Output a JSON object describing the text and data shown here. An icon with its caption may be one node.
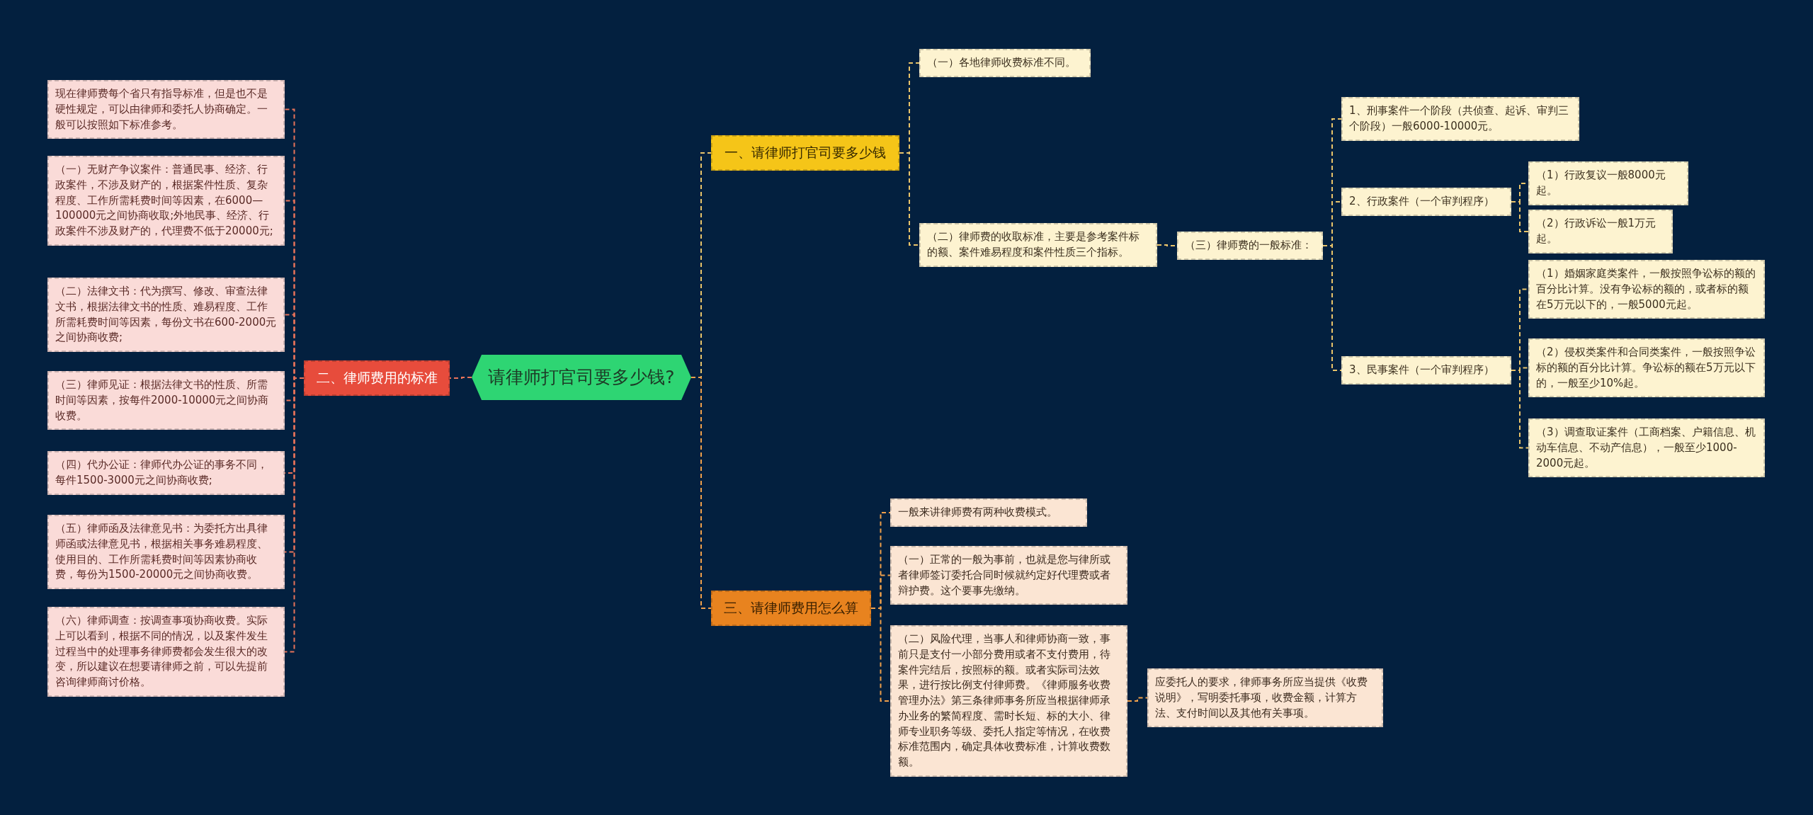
{
  "diagram": {
    "nodes": [
      {
        "text": [
          "请律师打官司要多少钱?"
        ]
      },
      {
        "text": [
          "一、请律师打官司要多少钱"
        ]
      },
      {
        "text": [
          "（一）各地律师收费标准不同。"
        ]
      },
      {
        "text": [
          "（二）律师费的收取标准，主要是参考案件标的额、案件难易程度和案件性质三个指标。"
        ]
      },
      {
        "text": [
          "（三）律师费的一般标准："
        ]
      },
      {
        "text": [
          "1、刑事案件一个阶段（共侦查、起诉、审判三个阶段）一般6000-10000元。"
        ]
      },
      {
        "text": [
          "2、行政案件（一个审判程序）"
        ]
      },
      {
        "text": [
          "（1）行政复议一般8000元起。"
        ]
      },
      {
        "text": [
          "（2）行政诉讼一般1万元起。"
        ]
      },
      {
        "text": [
          "3、民事案件（一个审判程序）"
        ]
      },
      {
        "text": [
          "（1）婚姻家庭类案件，一般按照争讼标的额的百分比计算。没有争讼标的额的，或者标的额在5万元以下的，一般5000元起。"
        ]
      },
      {
        "text": [
          "（2）侵权类案件和合同类案件，一般按照争讼标的额的百分比计算。争讼标的额在5万元以下的，一般至少10%起。"
        ]
      },
      {
        "text": [
          "（3）调查取证案件（工商档案、户籍信息、机动车信息、不动产信息），一般至少1000-2000元起。"
        ]
      },
      {
        "text": [
          "二、律师费用的标准"
        ]
      },
      {
        "text": [
          "现在律师费每个省只有指导标准，但是也不是硬性规定，可以由律师和委托人协商确定。一般可以按照如下标准参考。"
        ]
      },
      {
        "text": [
          "（一）无财产争议案件：普通民事、经济、行政案件，不涉及财产的，根据案件性质、复杂程度、工作所需耗费时间等因素，在6000—100000元之间协商收取;外地民事、经济、行政案件不涉及财产的，代理费不低于20000元;"
        ]
      },
      {
        "text": [
          "（二）法律文书：代为撰写、修改、审查法律文书，根据法律文书的性质、难易程度、工作所需耗费时间等因素，每份文书在600-2000元之间协商收费;"
        ]
      },
      {
        "text": [
          "（三）律师见证：根据法律文书的性质、所需时间等因素，按每件2000-10000元之间协商收费。"
        ]
      },
      {
        "text": [
          "（四）代办公证：律师代办公证的事务不同，每件1500-3000元之间协商收费;"
        ]
      },
      {
        "text": [
          "（五）律师函及法律意见书：为委托方出具律师函或法律意见书，根据相关事务难易程度、使用目的、工作所需耗费时间等因素协商收费，每份为1500-20000元之间协商收费。"
        ]
      },
      {
        "text": [
          "（六）律师调查：按调查事项协商收费。实际上可以看到，根据不同的情况，以及案件发生过程当中的处理事务律师费都会发生很大的改变，所以建议在想要请律师之前，可以先提前咨询律师商讨价格。"
        ]
      },
      {
        "text": [
          "三、请律师费用怎么算"
        ]
      },
      {
        "text": [
          "一般来讲律师费有两种收费模式。"
        ]
      },
      {
        "text": [
          "（一）正常的一般为事前，也就是您与律所或者律师签订委托合同时候就约定好代理费或者辩护费。这个要事先缴纳。"
        ]
      },
      {
        "text": [
          "（二）风险代理，当事人和律师协商一致，事前只是支付一小部分费用或者不支付费用，待案件完结后，按照标的额。或者实际司法效果，进行按比例支付律师费。《律师服务收费管理办法》第三条律师事务所应当根据律师承办业务的繁简程度、需时长短、标的大小、律师专业职务等级、委托人指定等情况，在收费标准范围内，确定具体收费标准，计算收费数额。"
        ]
      },
      {
        "text": [
          "应委托人的要求，律师事务所应当提供《收费说明》，写明委托事项，收费金额，计算方法、支付时间以及其他有关事项。"
        ]
      }
    ],
    "edges": [
      {
        "from": 0,
        "to": 1,
        "arrow": "none"
      },
      {
        "from": 1,
        "to": 2,
        "arrow": "none"
      },
      {
        "from": 1,
        "to": 3,
        "arrow": "none"
      },
      {
        "from": 3,
        "to": 4,
        "arrow": "none"
      },
      {
        "from": 4,
        "to": 5,
        "arrow": "none"
      },
      {
        "from": 4,
        "to": 6,
        "arrow": "none"
      },
      {
        "from": 6,
        "to": 7,
        "arrow": "none"
      },
      {
        "from": 6,
        "to": 8,
        "arrow": "none"
      },
      {
        "from": 4,
        "to": 9,
        "arrow": "none"
      },
      {
        "from": 9,
        "to": 10,
        "arrow": "none"
      },
      {
        "from": 9,
        "to": 11,
        "arrow": "none"
      },
      {
        "from": 9,
        "to": 12,
        "arrow": "none"
      },
      {
        "from": 0,
        "to": 13,
        "arrow": "none",
        "color": "#e8735a"
      },
      {
        "from": 13,
        "to": 14,
        "arrow": "none",
        "color": "#e8735a"
      },
      {
        "from": 13,
        "to": 15,
        "arrow": "none",
        "color": "#e8735a"
      },
      {
        "from": 13,
        "to": 16,
        "arrow": "none",
        "color": "#e8735a"
      },
      {
        "from": 13,
        "to": 17,
        "arrow": "none",
        "color": "#e8735a"
      },
      {
        "from": 13,
        "to": 18,
        "arrow": "none",
        "color": "#e8735a"
      },
      {
        "from": 13,
        "to": 19,
        "arrow": "none",
        "color": "#e8735a"
      },
      {
        "from": 13,
        "to": 20,
        "arrow": "none",
        "color": "#e8735a"
      },
      {
        "from": 0,
        "to": 21,
        "arrow": "none",
        "color": "#f0a04b"
      },
      {
        "from": 21,
        "to": 22,
        "arrow": "none",
        "color": "#f0a04b"
      },
      {
        "from": 21,
        "to": 23,
        "arrow": "none",
        "color": "#f0a04b"
      },
      {
        "from": 21,
        "to": 24,
        "arrow": "none",
        "color": "#f0a04b"
      },
      {
        "from": 24,
        "to": 25,
        "arrow": "none",
        "color": "#f0a04b"
      }
    ]
  }
}
